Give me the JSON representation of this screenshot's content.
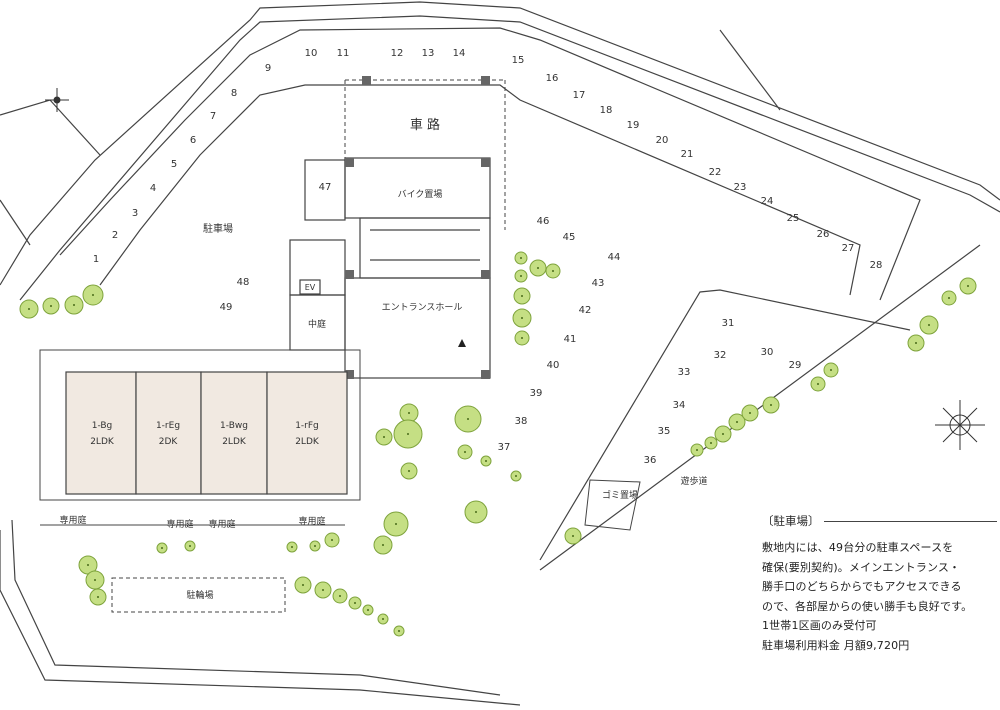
{
  "colors": {
    "line": "#444444",
    "unit_fill": "#f1e9e1",
    "tree_fill": "#c5df84",
    "tree_stroke": "#7ea33c",
    "pond_fill": "#c5df84"
  },
  "road_label": "車 路",
  "parking_label": "駐車場",
  "bike_parking_label": "バイク置場",
  "entrance_hall_label": "エントランスホール",
  "courtyard_label": "中庭",
  "elevator_label": "EV",
  "garbage_label": "ゴミ置場",
  "promenade_label": "遊歩道",
  "bicycle_parking_label": "駐輪場",
  "private_garden_labels": [
    "専用庭",
    "専用庭",
    "専用庭",
    "専用庭"
  ],
  "units": [
    {
      "name": "1-Bg",
      "type": "2LDK"
    },
    {
      "name": "1-rEg",
      "type": "2DK"
    },
    {
      "name": "1-Bwg",
      "type": "2LDK"
    },
    {
      "name": "1-rFg",
      "type": "2LDK"
    }
  ],
  "parking_spaces": [
    "1",
    "2",
    "3",
    "4",
    "5",
    "6",
    "7",
    "8",
    "9",
    "10",
    "11",
    "12",
    "13",
    "14",
    "15",
    "16",
    "17",
    "18",
    "19",
    "20",
    "21",
    "22",
    "23",
    "24",
    "25",
    "26",
    "27",
    "28",
    "29",
    "30",
    "31",
    "32",
    "33",
    "34",
    "35",
    "36",
    "37",
    "38",
    "39",
    "40",
    "41",
    "42",
    "43",
    "44",
    "45",
    "46",
    "47",
    "48",
    "49"
  ],
  "legend": {
    "title": "〔駐車場〕",
    "lines": [
      "敷地内には、49台分の駐車スペースを",
      "確保(要別契約)。メインエントランス・",
      "勝手口のどちらからでもアクセスできる",
      "ので、各部屋からの使い勝手も良好です。",
      "1世帯1区画のみ受付可",
      "駐車場利用料金 月額9,720円"
    ]
  }
}
